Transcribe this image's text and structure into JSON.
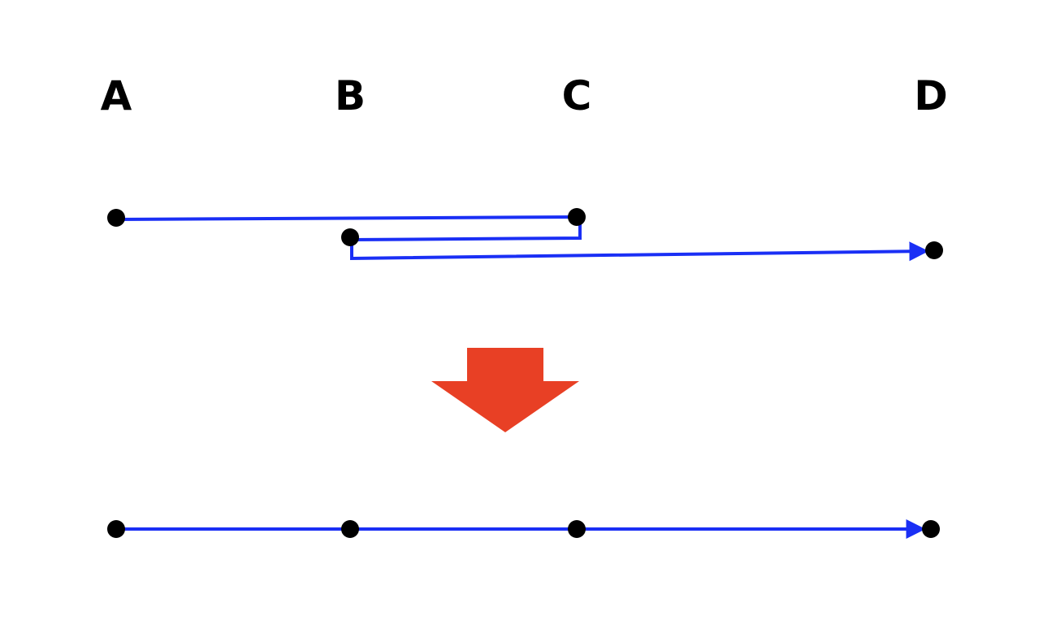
{
  "labels": {
    "a": "A",
    "b": "B",
    "c": "C",
    "d": "D"
  },
  "colors": {
    "path": "#1a2ff5",
    "point": "#000000",
    "arrow": "#e84025",
    "background": "#ffffff"
  },
  "before": {
    "path_order": [
      "A",
      "C",
      "B",
      "D"
    ]
  },
  "after": {
    "path_order": [
      "A",
      "B",
      "C",
      "D"
    ]
  }
}
